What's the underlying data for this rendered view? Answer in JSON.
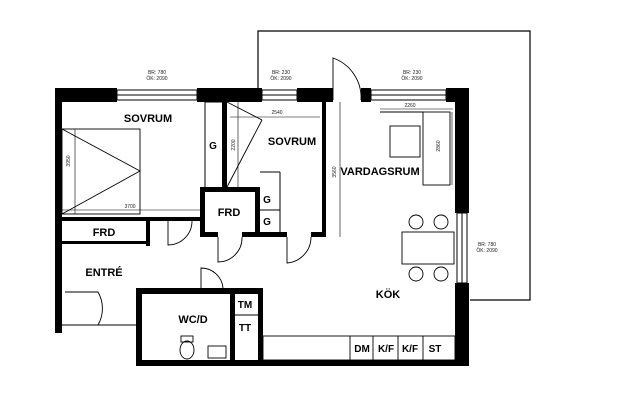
{
  "rooms": {
    "sovrum1": "SOVRUM",
    "sovrum2": "SOVRUM",
    "vardagsrum": "VARDAGSRUM",
    "frd_center": "FRD",
    "frd_left": "FRD",
    "entre": "ENTRÉ",
    "kok": "KÖK",
    "wcd": "WC/D"
  },
  "storage": {
    "g1": "G",
    "g2": "G",
    "g3": "G"
  },
  "bath": {
    "tm": "TM",
    "tt": "TT"
  },
  "kitchen": {
    "dm": "DM",
    "kf1": "K/F",
    "kf2": "K/F",
    "st": "ST"
  },
  "windows": {
    "w1_br": "BR: 780",
    "w1_ok": "ÖK: 2090",
    "w2_br": "BR: 230",
    "w2_ok": "ÖK: 2090",
    "w3_br": "BR: 230",
    "w3_ok": "ÖK: 2090",
    "w4_br": "BR: 780",
    "w4_ok": "ÖK: 2090"
  },
  "dimensions": {
    "sov1_h": "3950",
    "sov1_w": "3700",
    "sov2_w": "2540",
    "sov2_h": "2200",
    "vard_h": "3560",
    "furn_w": "2260",
    "furn_h": "2860"
  }
}
